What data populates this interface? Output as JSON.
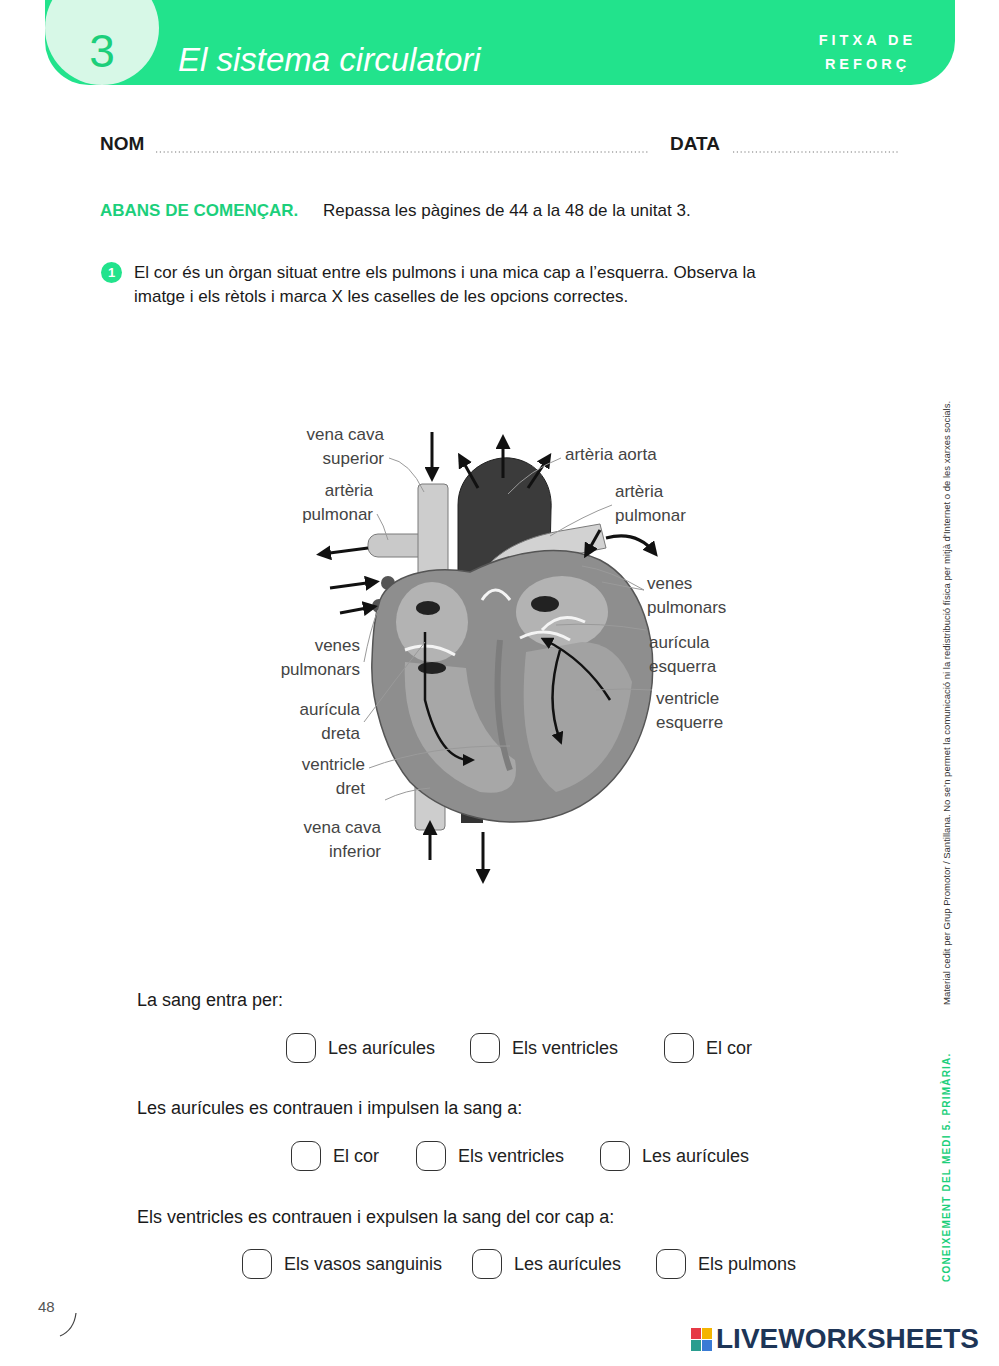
{
  "diagram": {
    "nodes": [
      {
        "text": [
          "El sistema circulatori",
          "FITXA DE REFORÇ"
        ]
      },
      {
        "text": [
          "3"
        ],
        "in": 0
      },
      {
        "text": [
          "1"
        ]
      },
      {
        "text": [
          "Les aurícules"
        ]
      },
      {
        "text": [
          "Els ventricles"
        ]
      },
      {
        "text": [
          "El cor"
        ]
      },
      {
        "text": [
          "El cor"
        ]
      },
      {
        "text": [
          "Els ventricles"
        ]
      },
      {
        "text": [
          "Les aurícules"
        ]
      },
      {
        "text": [
          "Els vasos sanguinis"
        ]
      },
      {
        "text": [
          "Les aurícules"
        ]
      },
      {
        "text": [
          "Els pulmons"
        ]
      }
    ],
    "labels": [
      "NOM",
      "DATA",
      "ABANS DE COMENÇAR.",
      "Repassa les pàgines de 44 a la 48 de la unitat 3.",
      "El cor és un òrgan situat entre els pulmons i una mica cap a l’esquerra. Observa la imatge i els rètols i marca X les caselles de les opcions correctes.",
      "vena cava superior",
      "artèria aorta",
      "artèria pulmonar",
      "artèria pulmonar",
      "venes pulmonars",
      "venes pulmonars",
      "aurícula esquerra",
      "aurícula dreta",
      "ventricle esquerre",
      "ventricle dret",
      "vena cava inferior",
      "La sang entra per:",
      "Les aurícules es contrauen i impulsen la sang a:",
      "Els ventricles es contrauen i expulsen la sang del cor cap a:",
      "Material cedit per Grup Promotor / Santillana. No se’n permet la comunicació ni la redistribució física per mitjà d’Internet o de les xarxes socials.",
      "CONEIXEMENT DEL MEDI 5. PRIMÀRIA.",
      "48",
      "LIVEWORKSHEETS"
    ]
  }
}
